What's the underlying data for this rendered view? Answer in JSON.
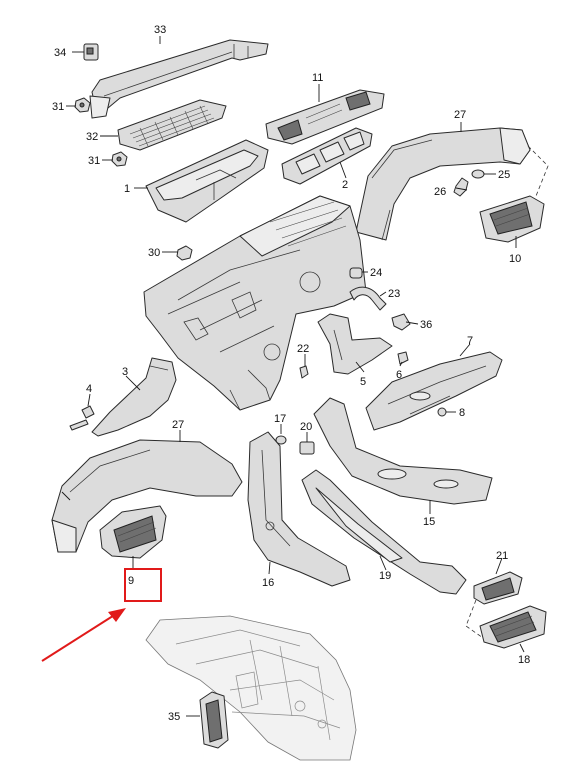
{
  "highlight": {
    "color": "#e11a1a",
    "target_callout": "9"
  },
  "callouts": {
    "c1": "1",
    "c2": "2",
    "c3": "3",
    "c4": "4",
    "c5": "5",
    "c6": "6",
    "c7": "7",
    "c8": "8",
    "c9": "9",
    "c10": "10",
    "c11": "11",
    "c15": "15",
    "c16": "16",
    "c17": "17",
    "c18": "18",
    "c19": "19",
    "c20": "20",
    "c21": "21",
    "c22": "22",
    "c23": "23",
    "c24": "24",
    "c25": "25",
    "c26": "26",
    "c27a": "27",
    "c27b": "27",
    "c30": "30",
    "c31a": "31",
    "c31b": "31",
    "c32": "32",
    "c33": "33",
    "c34": "34",
    "c35": "35",
    "c36": "36"
  }
}
